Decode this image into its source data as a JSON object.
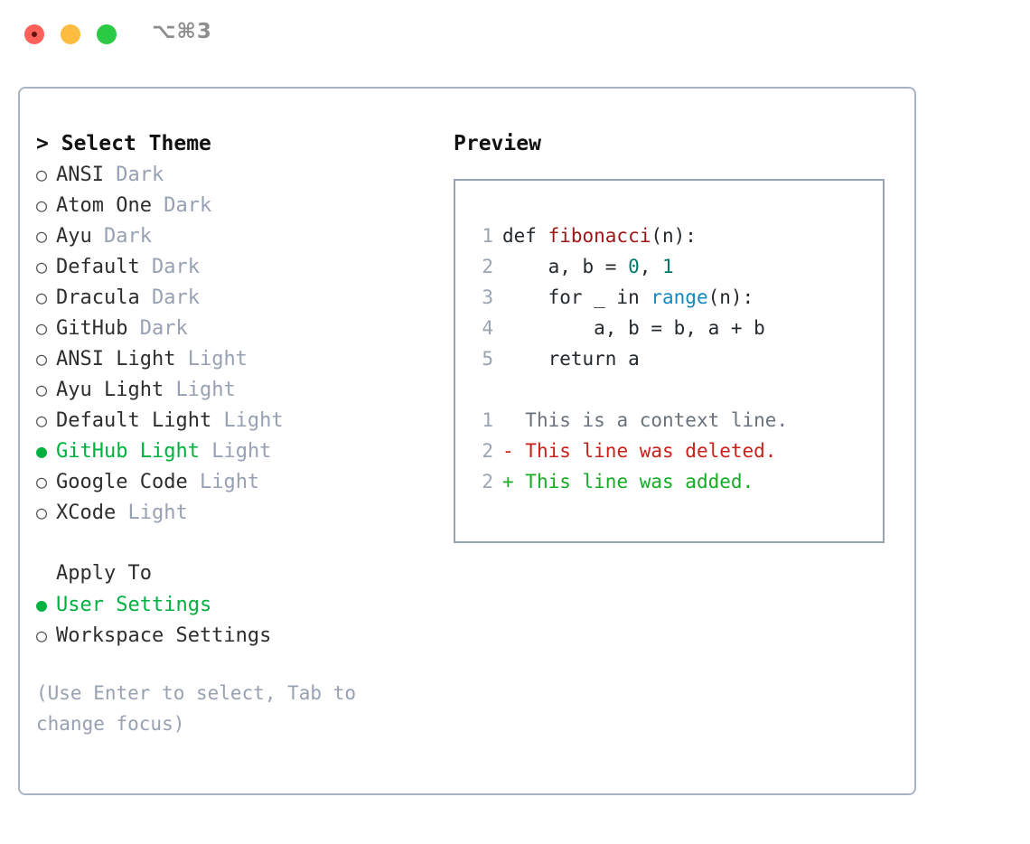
{
  "window": {
    "title": "⌥⌘3",
    "traffic_lights": [
      "close-button",
      "minimize-button",
      "zoom-button"
    ]
  },
  "theme_picker": {
    "header": "> Select Theme",
    "header_caret": ">",
    "header_label": "Select Theme",
    "bullet_unselected": "○",
    "bullet_selected": "●",
    "items": [
      {
        "label": "ANSI",
        "tag": "Dark",
        "selected": false
      },
      {
        "label": "Atom One",
        "tag": "Dark",
        "selected": false
      },
      {
        "label": "Ayu",
        "tag": "Dark",
        "selected": false
      },
      {
        "label": "Default",
        "tag": "Dark",
        "selected": false
      },
      {
        "label": "Dracula",
        "tag": "Dark",
        "selected": false
      },
      {
        "label": "GitHub",
        "tag": "Dark",
        "selected": false
      },
      {
        "label": "ANSI Light",
        "tag": "Light",
        "selected": false
      },
      {
        "label": "Ayu Light",
        "tag": "Light",
        "selected": false
      },
      {
        "label": "Default Light",
        "tag": "Light",
        "selected": false
      },
      {
        "label": "GitHub Light",
        "tag": "Light",
        "selected": true
      },
      {
        "label": "Google Code",
        "tag": "Light",
        "selected": false
      },
      {
        "label": "XCode",
        "tag": "Light",
        "selected": false
      }
    ]
  },
  "apply_to": {
    "header": "Apply To",
    "items": [
      {
        "label": "User Settings",
        "selected": true
      },
      {
        "label": "Workspace Settings",
        "selected": false
      }
    ]
  },
  "hint": "(Use Enter to select, Tab to change focus)",
  "preview": {
    "header": "Preview",
    "code_lines": [
      {
        "no": "1",
        "segments": [
          {
            "text": "def ",
            "cls": "tok-plain"
          },
          {
            "text": "fibonacci",
            "cls": "tok-fn"
          },
          {
            "text": "(n):",
            "cls": "tok-plain"
          }
        ]
      },
      {
        "no": "2",
        "segments": [
          {
            "text": "    a, b = ",
            "cls": "tok-plain"
          },
          {
            "text": "0",
            "cls": "tok-num"
          },
          {
            "text": ", ",
            "cls": "tok-plain"
          },
          {
            "text": "1",
            "cls": "tok-num"
          }
        ]
      },
      {
        "no": "3",
        "segments": [
          {
            "text": "    for _ in ",
            "cls": "tok-plain"
          },
          {
            "text": "range",
            "cls": "tok-kw"
          },
          {
            "text": "(n):",
            "cls": "tok-plain"
          }
        ]
      },
      {
        "no": "4",
        "segments": [
          {
            "text": "        a, b = b, a + b",
            "cls": "tok-plain"
          }
        ]
      },
      {
        "no": "5",
        "segments": [
          {
            "text": "    return a",
            "cls": "tok-plain"
          }
        ]
      }
    ],
    "diff_lines": [
      {
        "no": "1",
        "marker": "  ",
        "text": "This is a context line.",
        "kind": "diff-ctx"
      },
      {
        "no": "2",
        "marker": "- ",
        "text": "This line was deleted.",
        "kind": "diff-del"
      },
      {
        "no": "2",
        "marker": "+ ",
        "text": "This line was added.",
        "kind": "diff-add"
      }
    ]
  },
  "colors": {
    "accent_green": "#00b140",
    "tag_muted": "#97a1b3",
    "panel_border": "#aab3c2",
    "preview_border": "#98a3b4",
    "code_fn": "#a01717",
    "code_num": "#00796b",
    "code_kw": "#1389bf",
    "diff_delete": "#c9201a",
    "diff_add": "#14ad24",
    "diff_context": "#6a737d"
  }
}
